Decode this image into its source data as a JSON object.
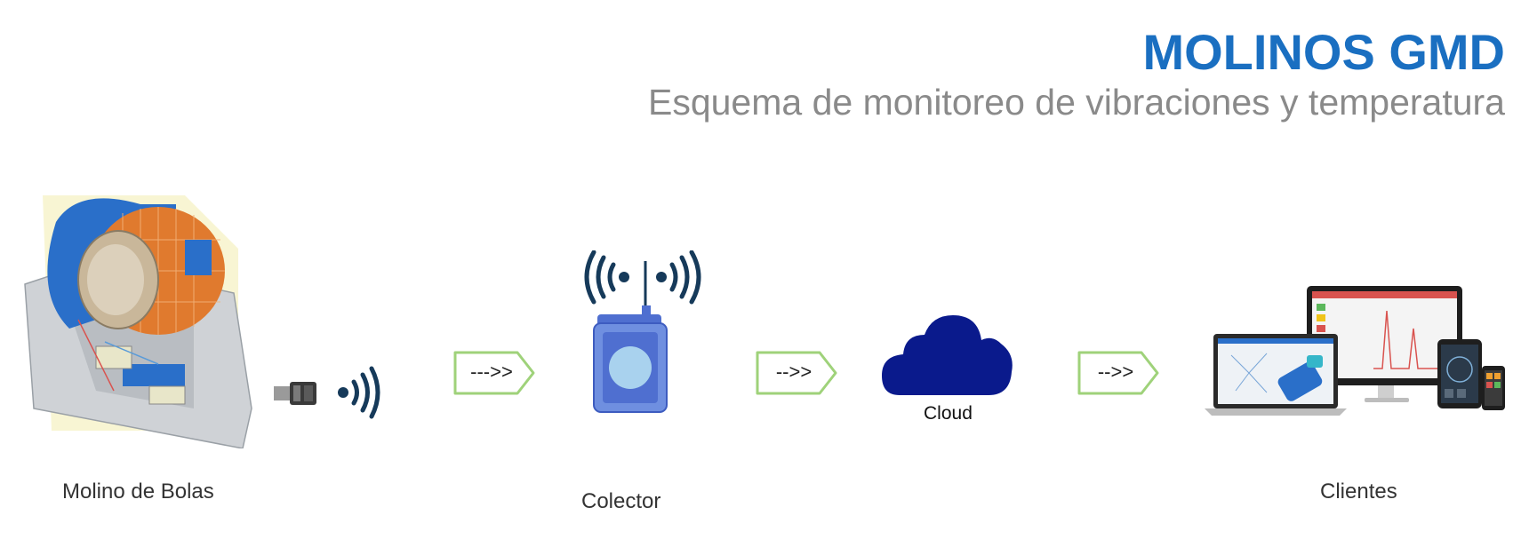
{
  "header": {
    "title": "MOLINOS GMD",
    "subtitle": "Esquema de monitoreo de vibraciones y temperatura"
  },
  "nodes": {
    "mill": {
      "label": "Molino de Bolas"
    },
    "collector": {
      "label": "Colector"
    },
    "cloud": {
      "label": "Cloud"
    },
    "clients": {
      "label": "Clientes"
    }
  },
  "arrows": [
    {
      "text": "--->>"
    },
    {
      "text": "-->>"
    },
    {
      "text": "-->>"
    }
  ],
  "colors": {
    "title_blue": "#1a6fc1",
    "subtitle_gray": "#8a8a8a",
    "arrow_green": "#9fd27a",
    "cloud_navy": "#0a1a8c",
    "signal_navy": "#163a5a",
    "collector_blue": "#6f8fe0"
  }
}
